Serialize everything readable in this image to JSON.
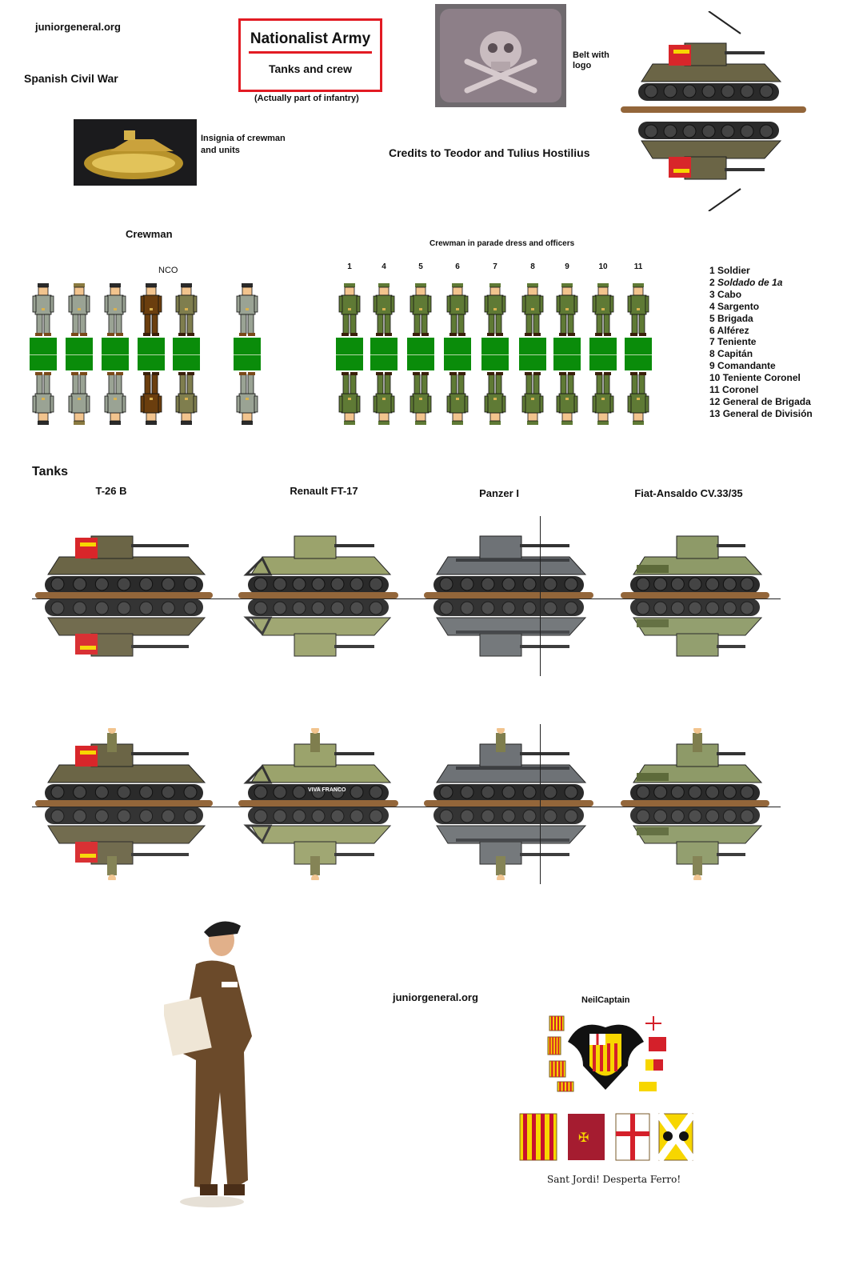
{
  "header": {
    "site": "juniorgeneral.org",
    "war": "Spanish Civil War",
    "title": "Nationalist Army",
    "subtitle": "Tanks and crew",
    "note": "(Actually part of infantry)",
    "belt_caption_1": "Belt with",
    "belt_caption_2": "logo",
    "insignia_caption_1": "Insignia of crewman",
    "insignia_caption_2": "and units",
    "credits": "Credits to Teodor and Tulius Hostilius"
  },
  "crewman": {
    "heading": "Crewman",
    "nco_label": "NCO",
    "figures": [
      {
        "uniform": "#9aa394",
        "boots": "#7a4a1a",
        "cap": "#2a2a2a"
      },
      {
        "uniform": "#9aa394",
        "boots": "#7a4a1a",
        "cap": "#8a7a40"
      },
      {
        "uniform": "#9aa394",
        "boots": "#7a4a1a",
        "cap": "#2a2a2a"
      },
      {
        "uniform": "#6b3e0e",
        "boots": "#3a200a",
        "cap": "#2a2a2a"
      },
      {
        "uniform": "#7f7e4e",
        "boots": "#3a200a",
        "cap": "#2a2a2a"
      },
      {
        "uniform": "#9aa394",
        "boots": "#7a4a1a",
        "cap": "#2a2a2a"
      }
    ]
  },
  "parade": {
    "heading": "Crewman in parade dress and officers",
    "uniform": "#5f7a35",
    "numbers": [
      "1",
      "4",
      "5",
      "6",
      "7",
      "8",
      "9",
      "10",
      "11"
    ]
  },
  "ranks": [
    {
      "n": "1",
      "label": "Soldier"
    },
    {
      "n": "2",
      "label": "Soldado de 1a"
    },
    {
      "n": "3",
      "label": "Cabo"
    },
    {
      "n": "4",
      "label": "Sargento"
    },
    {
      "n": "5",
      "label": "Brigada"
    },
    {
      "n": "6",
      "label": "Alférez"
    },
    {
      "n": "7",
      "label": "Teniente"
    },
    {
      "n": "8",
      "label": "Capitán"
    },
    {
      "n": "9",
      "label": "Comandante"
    },
    {
      "n": "10",
      "label": "Teniente Coronel"
    },
    {
      "n": "11",
      "label": "Coronel"
    },
    {
      "n": "12",
      "label": "General de Brigada"
    },
    {
      "n": "13",
      "label": "General de División"
    }
  ],
  "tanks": {
    "heading": "Tanks",
    "models": [
      {
        "name": "T-26 B",
        "color": "#6b6546",
        "accent": "#d8262a"
      },
      {
        "name": "Renault FT-17",
        "color": "#9ba36c",
        "accent": "#d8262a",
        "slogan": "VIVA FRANCO"
      },
      {
        "name": "Panzer I",
        "color": "#6e7276",
        "accent": "#3d3f42"
      },
      {
        "name": "Fiat-Ansaldo CV.33/35",
        "color": "#8e9a68",
        "accent": "#5d6a3a"
      }
    ],
    "base_color": "#93663a"
  },
  "footer": {
    "site": "juniorgeneral.org",
    "author": "NeilCaptain",
    "motto": "Sant Jordi! Desperta Ferro!"
  },
  "colors": {
    "title_border": "#e21b23",
    "base_green": "#0a8c0a",
    "senyera_red": "#d4202a",
    "senyera_yellow": "#f7d600"
  }
}
